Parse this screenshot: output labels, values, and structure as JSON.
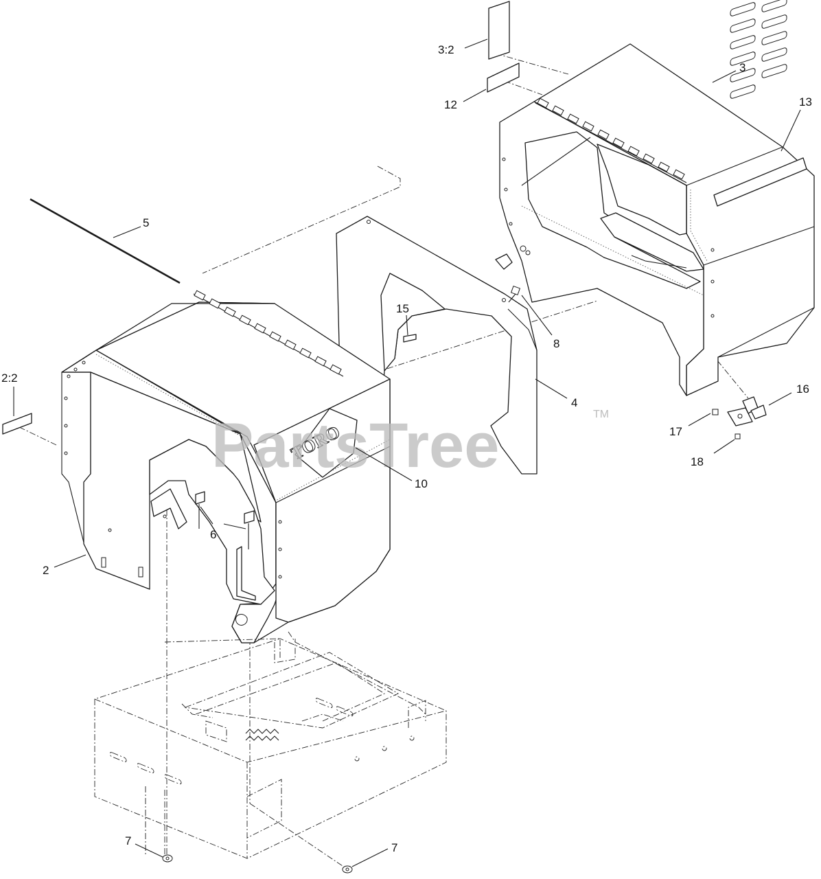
{
  "callouts": [
    {
      "id": "3:2",
      "label": "3:2"
    },
    {
      "id": "12",
      "label": "12"
    },
    {
      "id": "3",
      "label": "3"
    },
    {
      "id": "13",
      "label": "13"
    },
    {
      "id": "5",
      "label": "5"
    },
    {
      "id": "15",
      "label": "15"
    },
    {
      "id": "8",
      "label": "8"
    },
    {
      "id": "4",
      "label": "4"
    },
    {
      "id": "16",
      "label": "16"
    },
    {
      "id": "17",
      "label": "17"
    },
    {
      "id": "18",
      "label": "18"
    },
    {
      "id": "2:2",
      "label": "2:2"
    },
    {
      "id": "10",
      "label": "10"
    },
    {
      "id": "6",
      "label": "6"
    },
    {
      "id": "2",
      "label": "2"
    },
    {
      "id": "7a",
      "label": "7"
    },
    {
      "id": "7b",
      "label": "7"
    }
  ],
  "logo": {
    "brand": "TORO"
  },
  "watermark": {
    "text": "PartsTree",
    "mark": "TM"
  }
}
